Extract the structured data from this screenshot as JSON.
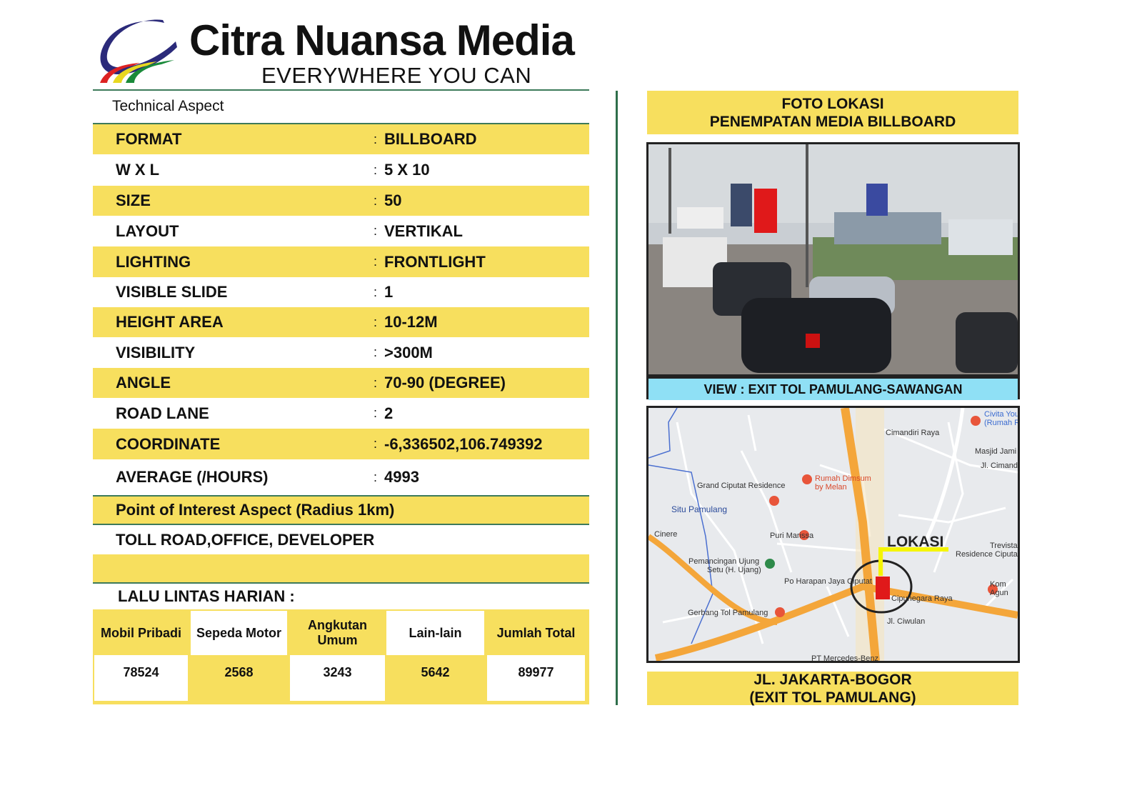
{
  "brand": {
    "name": "Citra Nuansa Media",
    "tagline": "EVERYWHERE YOU CAN"
  },
  "technical": {
    "title": "Technical Aspect",
    "rows": [
      {
        "label": "FORMAT",
        "value": "BILLBOARD"
      },
      {
        "label": "W X L",
        "value": "5 X 10"
      },
      {
        "label": "SIZE",
        "value": "50"
      },
      {
        "label": "LAYOUT",
        "value": "VERTIKAL"
      },
      {
        "label": "LIGHTING",
        "value": "FRONTLIGHT"
      },
      {
        "label": "VISIBLE SLIDE",
        "value": "1"
      },
      {
        "label": "HEIGHT AREA",
        "value": "10-12M"
      },
      {
        "label": "VISIBILITY",
        "value": ">300M"
      },
      {
        "label": "ANGLE",
        "value": "70-90 (DEGREE)"
      },
      {
        "label": "ROAD LANE",
        "value": "2"
      },
      {
        "label": "COORDINATE",
        "value": "-6,336502,106.749392"
      },
      {
        "label": "AVERAGE (/HOURS)",
        "value": "4993"
      }
    ],
    "separator": ":"
  },
  "poi": {
    "title": "Point of Interest Aspect (Radius 1km)",
    "value": "TOLL ROAD,OFFICE, DEVELOPER"
  },
  "traffic": {
    "title": "LALU LINTAS HARIAN :",
    "headers": [
      "Mobil Pribadi",
      "Sepeda Motor",
      "Angkutan Umum",
      "Lain-lain",
      "Jumlah Total"
    ],
    "values": [
      "78524",
      "2568",
      "3243",
      "5642",
      "89977"
    ]
  },
  "photo": {
    "title_line1": "FOTO LOKASI",
    "title_line2": "PENEMPATAN MEDIA BILLBOARD",
    "caption": "VIEW : EXIT TOL PAMULANG-SAWANGAN"
  },
  "map": {
    "labels": [
      "Civita You",
      "(Rumah R",
      "Cimandiri Raya",
      "Masjid Jami",
      "Jl. Cimandir",
      "Grand Ciputat Residence",
      "Rumah Dimsum",
      "by Melan",
      "Situ Pamulang",
      "Puri Marissa",
      "LOKASI",
      "Trevista",
      "Residence Ciputat",
      "Pemancingan Ujung",
      "Setu (H. Ujang)",
      "Po Harapan Jaya Ciputat",
      "Cipunegara Raya",
      "Kom",
      "Agun",
      "Gerbang Tol Pamulang",
      "Jl. Ciwulan",
      "PT Mercedes-Benz",
      "Cinere"
    ],
    "address_line1": "JL. JAKARTA-BOGOR",
    "address_line2": "(EXIT TOL PAMULANG)"
  },
  "colors": {
    "yellow": "#f7df5e",
    "green": "#3d7a5a",
    "cyan": "#8fe0f5",
    "navy": "#2b2a7a"
  }
}
